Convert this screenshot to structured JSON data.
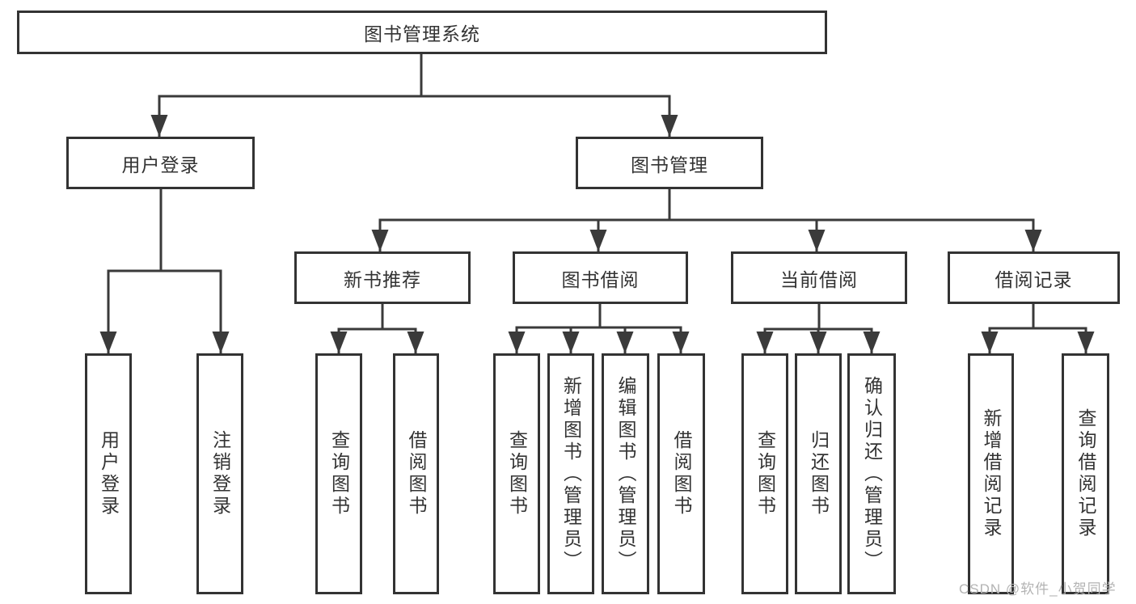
{
  "tree": {
    "label": "图书管理系统",
    "children": [
      {
        "label": "用户登录",
        "children": [
          {
            "label": "用户登录"
          },
          {
            "label": "注销登录"
          }
        ]
      },
      {
        "label": "图书管理",
        "children": [
          {
            "label": "新书推荐",
            "children": [
              {
                "label": "查询图书"
              },
              {
                "label": "借阅图书"
              }
            ]
          },
          {
            "label": "图书借阅",
            "children": [
              {
                "label": "查询图书"
              },
              {
                "label": "新增图书（管理员）"
              },
              {
                "label": "编辑图书（管理员）"
              },
              {
                "label": "借阅图书"
              }
            ]
          },
          {
            "label": "当前借阅",
            "children": [
              {
                "label": "查询图书"
              },
              {
                "label": "归还图书"
              },
              {
                "label": "确认归还（管理员）"
              }
            ]
          },
          {
            "label": "借阅记录",
            "children": [
              {
                "label": "新增借阅记录"
              },
              {
                "label": "查询借阅记录"
              }
            ]
          }
        ]
      }
    ]
  },
  "watermark": {
    "text": "CSDN @软件_小贺同学"
  },
  "colors": {
    "line": "#3a3a3a",
    "box_border": "#333333",
    "text": "#333333",
    "watermark": "#b3b3b3",
    "background": "#ffffff"
  }
}
